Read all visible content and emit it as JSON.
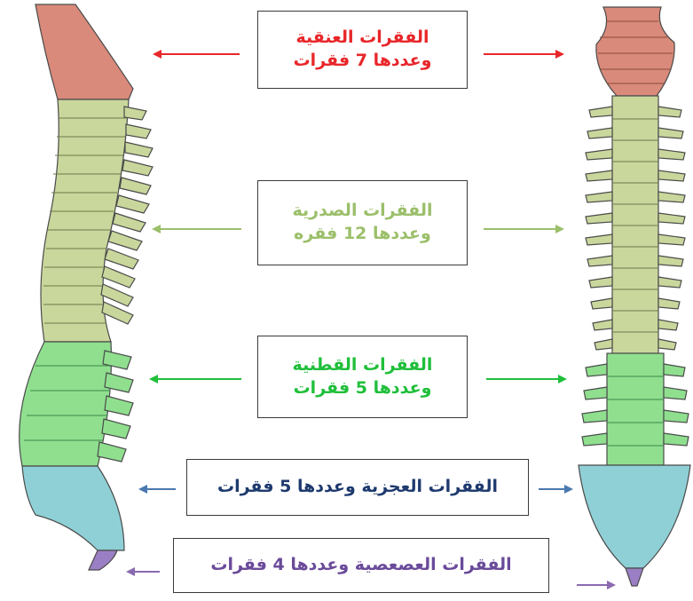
{
  "regions": [
    {
      "key": "cervical",
      "line1": "الفقرات العنقية",
      "line2": "وعددها 7 فقرات",
      "color": "#e8262a",
      "fill": "#d98a7a"
    },
    {
      "key": "thoracic",
      "line1": "الفقرات الصدرية",
      "line2": "وعددها 12 فقره",
      "color": "#9bbf6a",
      "fill": "#c9d79c"
    },
    {
      "key": "lumbar",
      "line1": "الفقرات القطنية",
      "line2": "وعددها 5 فقرات",
      "color": "#1fbf3a",
      "fill": "#8fdf8f"
    },
    {
      "key": "sacral",
      "line1": "الفقرات العجزية وعددها 5 فقرات",
      "color": "#1e3a6e",
      "fill": "#8fd0d6"
    },
    {
      "key": "coccyx",
      "line1": "الفقرات العصعصية وعددها 4 فقرات",
      "color": "#6a4a9a",
      "fill": "#9b7fc4"
    }
  ],
  "colors": {
    "cervical_arrow": "#e8262a",
    "thoracic_arrow": "#9bbf6a",
    "lumbar_arrow": "#1fbf3a",
    "sacral_arrow": "#4a78b0",
    "coccyx_arrow": "#8a6ab0",
    "outline": "#4a4a4a"
  }
}
